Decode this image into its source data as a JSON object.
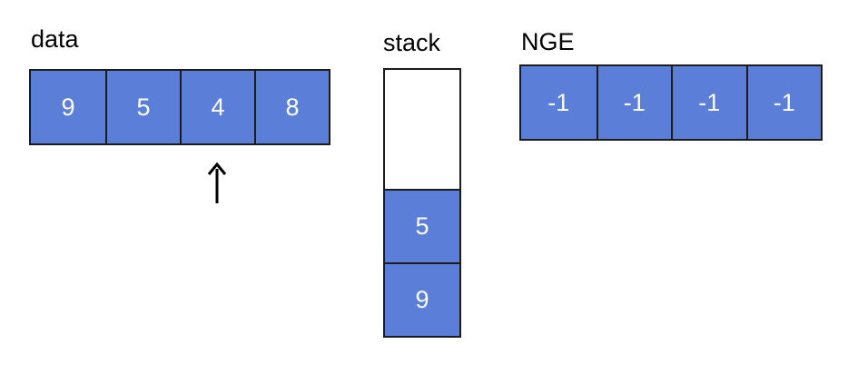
{
  "data_panel": {
    "title": "data",
    "values": [
      "9",
      "5",
      "4",
      "8"
    ],
    "pointer_index": 2
  },
  "stack_panel": {
    "title": "stack",
    "items_top_to_bottom": [
      "5",
      "9"
    ]
  },
  "nge_panel": {
    "title": "NGE",
    "values": [
      "-1",
      "-1",
      "-1",
      "-1"
    ]
  },
  "colors": {
    "cell_fill": "#5b7fd9",
    "cell_text": "#ffffff",
    "border": "#1c1c1c"
  },
  "icons": {
    "pointer": "up-arrow-icon"
  }
}
